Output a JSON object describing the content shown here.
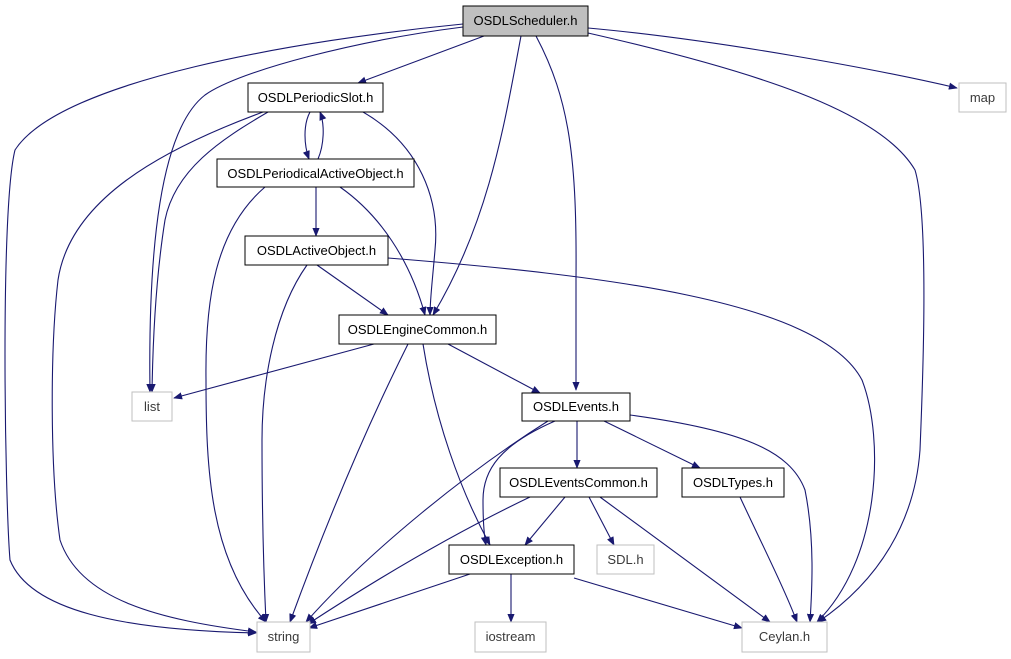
{
  "colors": {
    "edge": "#191970",
    "root_fill": "#bfbfbf",
    "node_border": "#000000",
    "external_border": "#bfbfbf",
    "background": "#ffffff"
  },
  "nodes": [
    {
      "id": "OSDLScheduler_h",
      "label": "OSDLScheduler.h",
      "kind": "root"
    },
    {
      "id": "OSDLPeriodicSlot_h",
      "label": "OSDLPeriodicSlot.h",
      "kind": "header"
    },
    {
      "id": "map",
      "label": "map",
      "kind": "external"
    },
    {
      "id": "OSDLPeriodicalActiveObject_h",
      "label": "OSDLPeriodicalActiveObject.h",
      "kind": "header"
    },
    {
      "id": "OSDLActiveObject_h",
      "label": "OSDLActiveObject.h",
      "kind": "header"
    },
    {
      "id": "OSDLEngineCommon_h",
      "label": "OSDLEngineCommon.h",
      "kind": "header"
    },
    {
      "id": "list",
      "label": "list",
      "kind": "external"
    },
    {
      "id": "OSDLEvents_h",
      "label": "OSDLEvents.h",
      "kind": "header"
    },
    {
      "id": "OSDLEventsCommon_h",
      "label": "OSDLEventsCommon.h",
      "kind": "header"
    },
    {
      "id": "OSDLTypes_h",
      "label": "OSDLTypes.h",
      "kind": "header"
    },
    {
      "id": "SDL_h",
      "label": "SDL.h",
      "kind": "external"
    },
    {
      "id": "OSDLException_h",
      "label": "OSDLException.h",
      "kind": "header"
    },
    {
      "id": "string",
      "label": "string",
      "kind": "external"
    },
    {
      "id": "iostream",
      "label": "iostream",
      "kind": "external"
    },
    {
      "id": "Ceylan_h",
      "label": "Ceylan.h",
      "kind": "external"
    }
  ],
  "edges": [
    {
      "from": "OSDLScheduler.h",
      "to": "OSDLPeriodicSlot.h"
    },
    {
      "from": "OSDLScheduler.h",
      "to": "list"
    },
    {
      "from": "OSDLScheduler.h",
      "to": "string"
    },
    {
      "from": "OSDLScheduler.h",
      "to": "OSDLEngineCommon.h"
    },
    {
      "from": "OSDLScheduler.h",
      "to": "OSDLEvents.h"
    },
    {
      "from": "OSDLScheduler.h",
      "to": "map"
    },
    {
      "from": "OSDLScheduler.h",
      "to": "Ceylan.h"
    },
    {
      "from": "OSDLPeriodicSlot.h",
      "to": "OSDLPeriodicalActiveObject.h"
    },
    {
      "from": "OSDLPeriodicalActiveObject.h",
      "to": "OSDLPeriodicSlot.h"
    },
    {
      "from": "OSDLPeriodicSlot.h",
      "to": "list"
    },
    {
      "from": "OSDLPeriodicSlot.h",
      "to": "string"
    },
    {
      "from": "OSDLPeriodicSlot.h",
      "to": "OSDLEngineCommon.h"
    },
    {
      "from": "OSDLPeriodicalActiveObject.h",
      "to": "OSDLActiveObject.h"
    },
    {
      "from": "OSDLPeriodicalActiveObject.h",
      "to": "string"
    },
    {
      "from": "OSDLPeriodicalActiveObject.h",
      "to": "OSDLEngineCommon.h"
    },
    {
      "from": "OSDLActiveObject.h",
      "to": "OSDLEngineCommon.h"
    },
    {
      "from": "OSDLActiveObject.h",
      "to": "string"
    },
    {
      "from": "OSDLActiveObject.h",
      "to": "Ceylan.h"
    },
    {
      "from": "OSDLEngineCommon.h",
      "to": "list"
    },
    {
      "from": "OSDLEngineCommon.h",
      "to": "OSDLEvents.h"
    },
    {
      "from": "OSDLEngineCommon.h",
      "to": "string"
    },
    {
      "from": "OSDLEngineCommon.h",
      "to": "OSDLException.h"
    },
    {
      "from": "OSDLEvents.h",
      "to": "OSDLEventsCommon.h"
    },
    {
      "from": "OSDLEvents.h",
      "to": "OSDLTypes.h"
    },
    {
      "from": "OSDLEvents.h",
      "to": "string"
    },
    {
      "from": "OSDLEvents.h",
      "to": "OSDLException.h"
    },
    {
      "from": "OSDLEvents.h",
      "to": "Ceylan.h"
    },
    {
      "from": "OSDLEventsCommon.h",
      "to": "OSDLException.h"
    },
    {
      "from": "OSDLEventsCommon.h",
      "to": "SDL.h"
    },
    {
      "from": "OSDLEventsCommon.h",
      "to": "string"
    },
    {
      "from": "OSDLEventsCommon.h",
      "to": "Ceylan.h"
    },
    {
      "from": "OSDLTypes.h",
      "to": "Ceylan.h"
    },
    {
      "from": "OSDLException.h",
      "to": "string"
    },
    {
      "from": "OSDLException.h",
      "to": "iostream"
    },
    {
      "from": "OSDLException.h",
      "to": "Ceylan.h"
    }
  ]
}
